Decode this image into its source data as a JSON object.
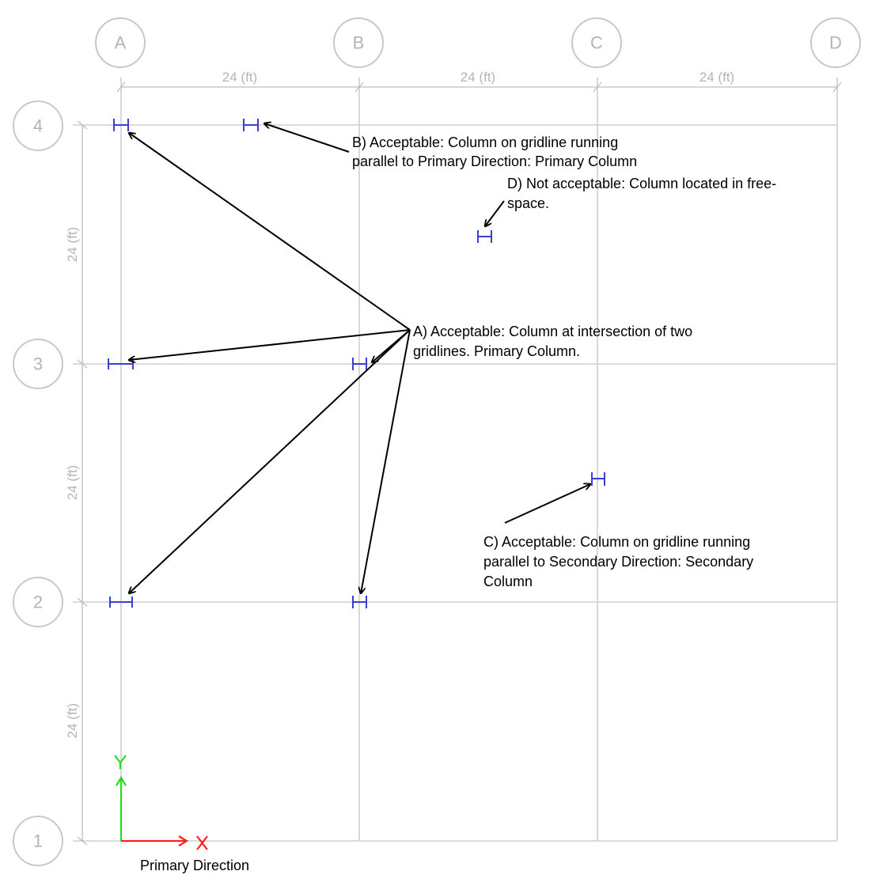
{
  "grid": {
    "columns": [
      "A",
      "B",
      "C",
      "D"
    ],
    "rows": [
      "4",
      "3",
      "2",
      "1"
    ],
    "spacing_label": "24 (ft)"
  },
  "annotations": {
    "a": [
      "A) Acceptable: Column at intersection of two",
      "gridlines. Primary Column."
    ],
    "b": [
      "B) Acceptable: Column on gridline running",
      "parallel to Primary Direction: Primary Column"
    ],
    "c": [
      "C) Acceptable: Column on gridline running",
      "parallel to Secondary Direction: Secondary",
      "Column"
    ],
    "d": [
      "D) Not acceptable: Column located in free-",
      "space."
    ]
  },
  "axes": {
    "x_label": "X",
    "y_label": "Y",
    "caption": "Primary Direction"
  },
  "colors": {
    "grid": "#cfcfcf",
    "bubble": "#c8c8c8",
    "column": "#3b3fd0",
    "x_axis": "#ff2020",
    "y_axis": "#22dd22",
    "annotation": "#000000"
  }
}
